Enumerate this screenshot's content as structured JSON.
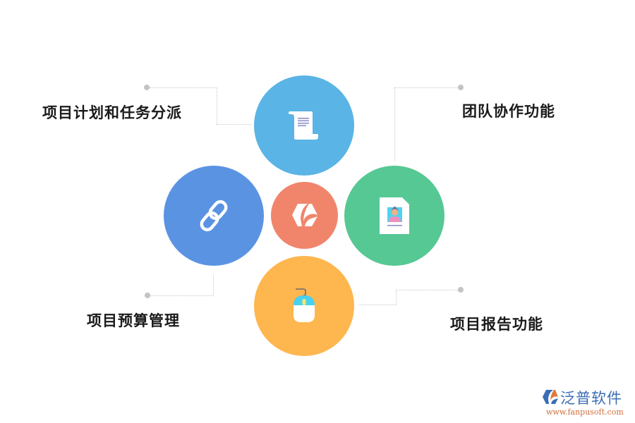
{
  "diagram": {
    "center": {
      "icon": "brand-hexagon-icon",
      "color": "#f0856c"
    },
    "nodes": [
      {
        "id": "top",
        "label": "项目计划和任务分派",
        "icon": "scroll-document-icon",
        "color": "#5ab4e5"
      },
      {
        "id": "right",
        "label": "团队协作功能",
        "icon": "profile-card-icon",
        "color": "#56c893"
      },
      {
        "id": "left",
        "label": "项目预算管理",
        "icon": "chain-link-icon",
        "color": "#5b93e3"
      },
      {
        "id": "bottom",
        "label": "项目报告功能",
        "icon": "computer-mouse-icon",
        "color": "#feb64e"
      }
    ],
    "connector_color": "#c4c4c4"
  },
  "watermark": {
    "name": "泛普软件",
    "url": "www.fanpusoft.com",
    "name_color": "#3a6db5",
    "url_color": "#d0703a"
  }
}
